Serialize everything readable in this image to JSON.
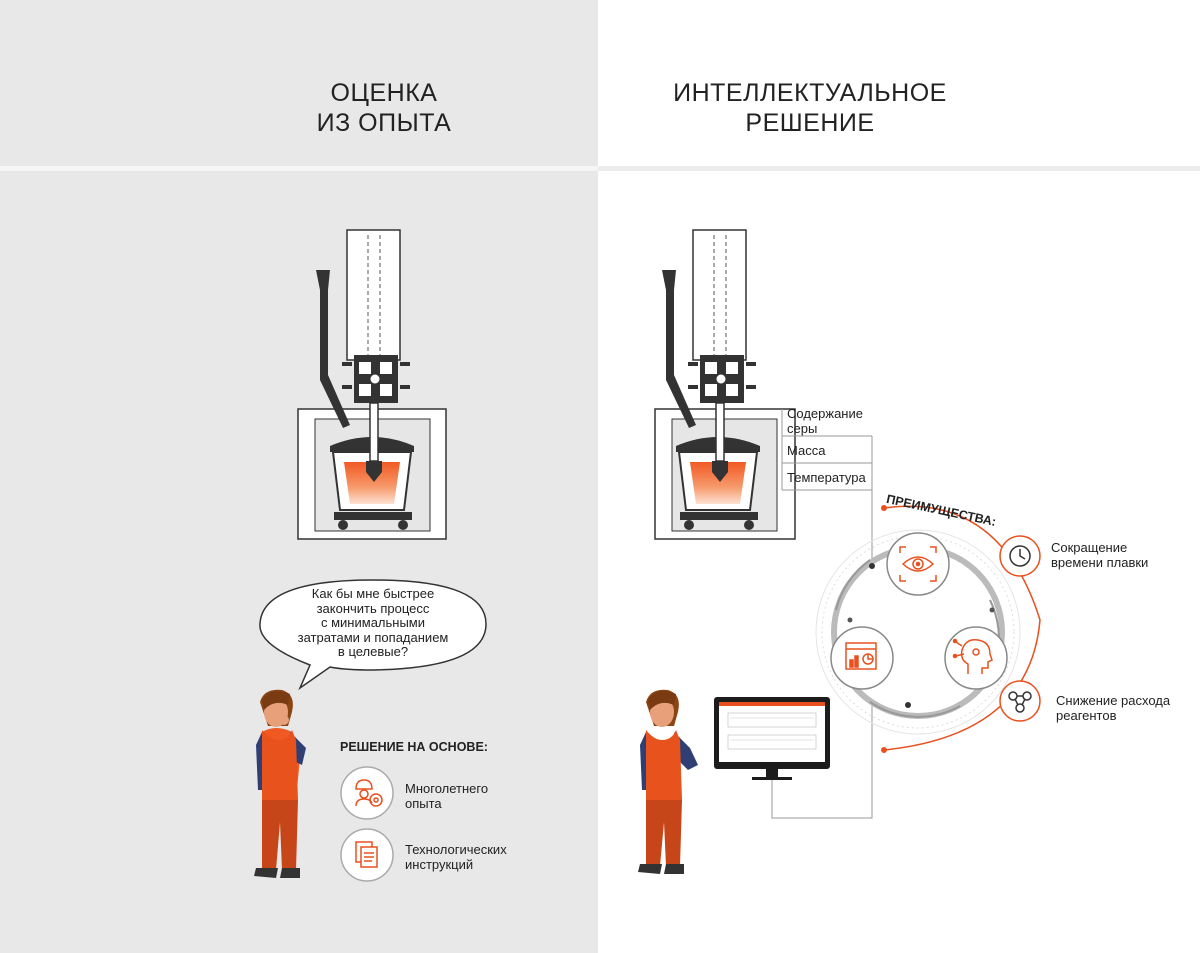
{
  "left": {
    "title": [
      "ОЦЕНКА",
      "ИЗ ОПЫТА"
    ],
    "bubble": [
      "Как бы мне быстрее",
      "закончить процесс",
      "с минимальными",
      "затратами и попаданием",
      "в целевые?"
    ],
    "basis": {
      "heading": "РЕШЕНИЕ НА ОСНОВЕ:",
      "items": [
        {
          "label": [
            "Многолетнего",
            "опыта"
          ],
          "icon": "worker-gear-icon"
        },
        {
          "label": [
            "Технологических",
            "инструкций"
          ],
          "icon": "documents-icon"
        }
      ]
    }
  },
  "right": {
    "title": [
      "ИНТЕЛЛЕКТУАЛЬНОЕ",
      "РЕШЕНИЕ"
    ],
    "params": [
      "Содержание",
      "серы",
      "Масса",
      "Температура"
    ],
    "advantages": {
      "heading": "ПРЕИМУЩЕСТВА:",
      "items": [
        {
          "label": [
            "Сокращение",
            "времени плавки"
          ],
          "icon": "clock-icon"
        },
        {
          "label": [
            "Снижение расхода",
            "реагентов"
          ],
          "icon": "molecule-icon"
        }
      ]
    },
    "cycle_icons": [
      "eye-target-icon",
      "analytics-icon",
      "ai-head-icon"
    ]
  },
  "colors": {
    "accent": "#e8501e",
    "dark": "#333333",
    "metal_hot": "#f26a2e",
    "left_bg": "#e8e8e8"
  }
}
